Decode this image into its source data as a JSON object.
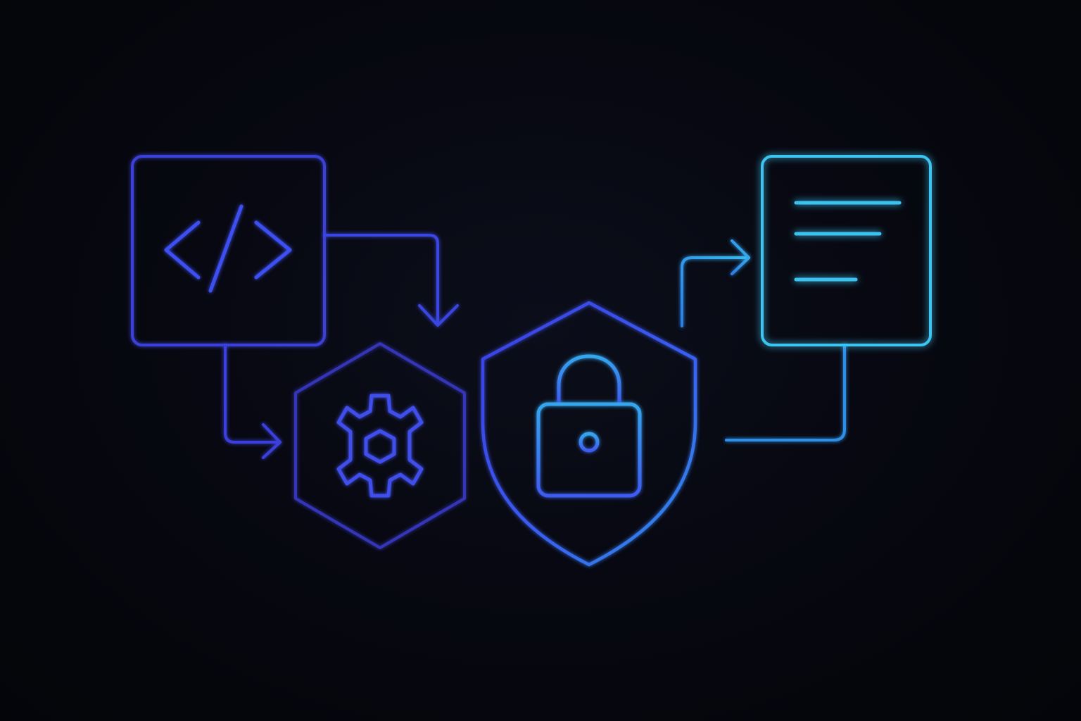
{
  "diagram": {
    "nodes": [
      {
        "id": "code",
        "icon": "code-brackets-icon",
        "shape": "rounded-square"
      },
      {
        "id": "process",
        "icon": "gear-icon",
        "shape": "hexagon"
      },
      {
        "id": "security",
        "icon": "padlock-icon",
        "shape": "shield"
      },
      {
        "id": "document",
        "icon": "document-lines-icon",
        "shape": "rounded-square"
      }
    ],
    "edges": [
      {
        "from": "code",
        "to": "process",
        "arrow": "down-arrow"
      },
      {
        "from": "code",
        "to": "process",
        "arrow": "right-arrow"
      },
      {
        "from": "security",
        "to": "document",
        "arrow": "right-arrow"
      },
      {
        "from": "document",
        "to": "security",
        "arrow": "none"
      }
    ],
    "colors": {
      "background": "#05060c",
      "indigo": "#3a3fd6",
      "blue": "#3f5ff0",
      "azure": "#2f8fe8",
      "cyan": "#3cc4f0"
    }
  }
}
